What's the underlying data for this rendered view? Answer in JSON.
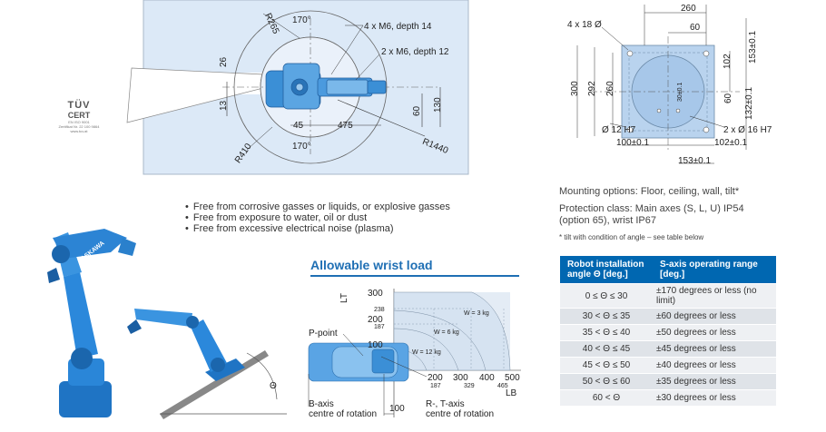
{
  "certification": {
    "logo_text": "TÜV",
    "logo_sub": "CERT",
    "lines": [
      "EN ISO 9001",
      "Zertifikat Nr. 22 100 9864",
      "www.tuv.at"
    ]
  },
  "working_range": {
    "labels": {
      "r265": "R265",
      "angle_top": "170°",
      "angle_bottom": "170°",
      "m6_14": "4 x M6, depth 14",
      "m6_12": "2 x M6, depth 12",
      "d26": "26",
      "d13": "13",
      "d45": "45",
      "d475": "475",
      "d60": "60",
      "d130": "130",
      "r410": "R410",
      "r1440": "R1440"
    }
  },
  "base_drawing": {
    "labels": {
      "d260_top": "260",
      "d60_top": "60",
      "holes_18": "4 x 18 Ø",
      "d300": "300",
      "d292": "292",
      "d260_left": "260",
      "d102": "102",
      "d153": "153±0.1",
      "d30": "30±0.1",
      "d60_right": "60",
      "d132": "132±0.1",
      "h7_12": "Ø 12 H7",
      "h7_16": "2 x Ø 16 H7",
      "d100": "100±0.1",
      "d102b": "102±0.1",
      "d153b": "153±0.1"
    }
  },
  "environment": {
    "bullets": [
      "Free from corrosive gasses or liquids, or explosive gasses",
      "Free from exposure to water, oil or dust",
      "Free from excessive electrical noise (plasma)"
    ]
  },
  "robot_illustration": {
    "brand": "YASKAWA",
    "angle_symbol": "Θ"
  },
  "mounting": {
    "options": "Mounting options: Floor, ceiling, wall, tilt*",
    "protection": "Protection class: Main axes (S, L, U) IP54 (option 65), wrist IP67",
    "footnote": "* tilt with condition of angle – see table below"
  },
  "wrist_load": {
    "title": "Allowable wrist load",
    "labels": {
      "lt": "LT",
      "lb": "LB",
      "p_point": "P-point",
      "w3": "W = 3 kg",
      "w6": "W = 6 kg",
      "w12": "W = 12 kg",
      "b_axis": "B-axis",
      "b_axis_2": "centre of rotation",
      "rt_axis": "R-, T-axis",
      "rt_axis_2": "centre of rotation",
      "d100": "100"
    },
    "y_ticks": [
      "300",
      "238",
      "200",
      "187",
      "100"
    ],
    "x_ticks": [
      "200",
      "187",
      "300",
      "329",
      "400",
      "500",
      "465"
    ]
  },
  "s_axis_table": {
    "headers": [
      "Robot installation angle Θ [deg.]",
      "S-axis operating range [deg.]"
    ],
    "rows": [
      {
        "angle": "0 ≤ Θ ≤ 30",
        "range": "±170 degrees or less (no limit)"
      },
      {
        "angle": "30 < Θ ≤ 35",
        "range": "±60 degrees or less"
      },
      {
        "angle": "35 < Θ ≤ 40",
        "range": "±50 degrees or less"
      },
      {
        "angle": "40 < Θ ≤ 45",
        "range": "±45 degrees or less"
      },
      {
        "angle": "45 < Θ ≤ 50",
        "range": "±40 degrees or less"
      },
      {
        "angle": "50 < Θ ≤ 60",
        "range": "±35 degrees or less"
      },
      {
        "angle": "60 < Θ",
        "range": "±30 degrees or less"
      }
    ]
  }
}
